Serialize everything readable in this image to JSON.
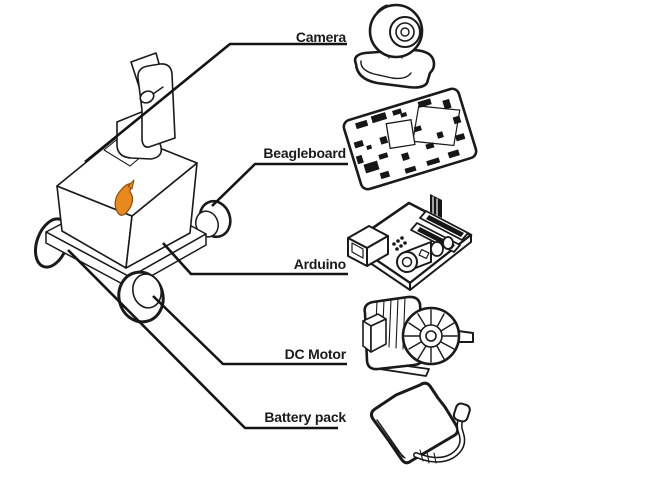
{
  "diagram": {
    "type": "labeled-component-diagram",
    "subject": "camera robot vehicle with exploded component callouts",
    "background_color": "#ffffff",
    "line_color": "#1a1a1a",
    "accent_fish_color": "#e8891e",
    "components": [
      {
        "label": "Camera",
        "illustration": "webcam"
      },
      {
        "label": "Beagleboard",
        "illustration": "circuit-board"
      },
      {
        "label": "Arduino",
        "illustration": "arduino-board"
      },
      {
        "label": "DC Motor",
        "illustration": "electric-motor"
      },
      {
        "label": "Battery pack",
        "illustration": "battery-pouch-with-cable"
      }
    ]
  }
}
